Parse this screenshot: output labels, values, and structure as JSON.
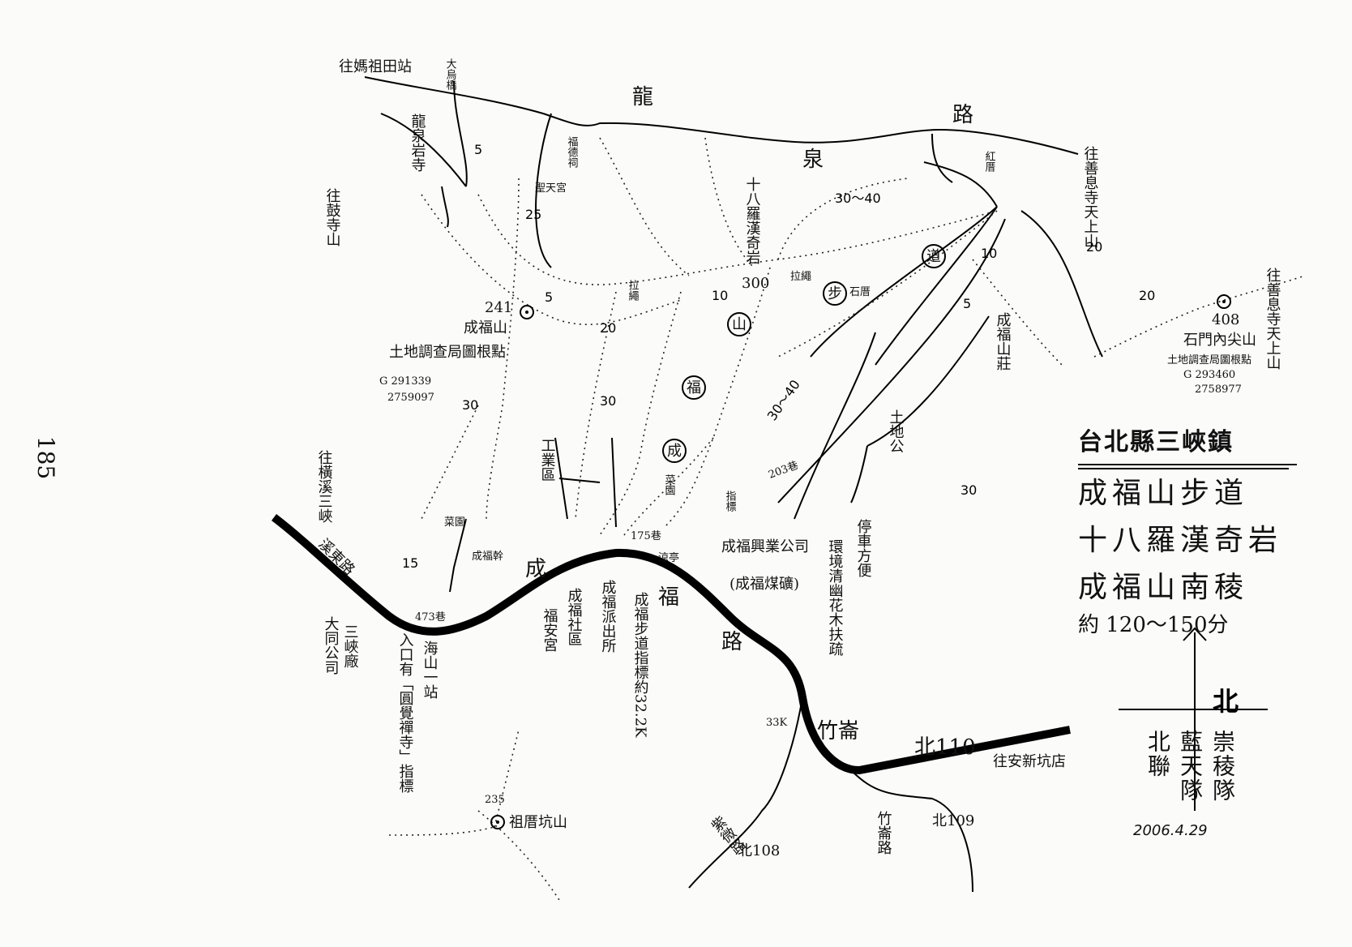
{
  "title": {
    "county": "台北縣三峽鎮",
    "line1": "成福山步道",
    "line2": "十八羅漢奇岩",
    "line3": "成福山南稜",
    "duration": "約 120～150分"
  },
  "north_label": "北",
  "credits": [
    "崇稜隊",
    "藍天隊",
    "北聯"
  ],
  "date": "2006.4.29",
  "page_number": "185",
  "roads": {
    "longquan": [
      "龍",
      "泉",
      "路"
    ],
    "chengfu": [
      "成",
      "福",
      "路"
    ],
    "xidong": "溪東路",
    "zhulun": "竹崙",
    "bei110": "北110",
    "bei108": "北108",
    "bei109": "北109",
    "zhulun_lu": "竹崙路",
    "jie_lu": "紫微路"
  },
  "trail_name_circles": [
    "成",
    "福",
    "山",
    "步",
    "道"
  ],
  "peaks": {
    "chengfushan": {
      "name": "成福山",
      "elev": "241",
      "note": "土地調查局圖根點",
      "coord1": "G 291339",
      "coord2": "2759097"
    },
    "shimen": {
      "name": "石門內尖山",
      "elev": "408",
      "note": "土地調查局圖根點",
      "coord1": "G 293460",
      "coord2": "2758977"
    },
    "zumei": {
      "name": "祖厝坑山",
      "elev": "235"
    }
  },
  "places": {
    "to_mazutian": "往媽祖田站",
    "dawu_bridge": "大烏橋",
    "longquan_temple": "龍泉岩寺",
    "to_gu_temple": "往鼓寺山",
    "fude_ci": "福德祠",
    "shengtian_gong": "聖天宮",
    "luohan_rock": "十八羅漢奇岩",
    "luohan_elev": "300",
    "hongwu": "紅厝",
    "to_shanxi_temple_top": "往善息寺天上山",
    "to_shanxi_temple_right": "往善息寺天上山",
    "shicuo": "石厝",
    "chengfu_shanzhuang": "成福山莊",
    "tudigong": "土地公",
    "lane203": "203巷",
    "chengfu_company": "成福興業公司",
    "chengfu_coal": "(成福煤礦)",
    "tingche": "停車方便",
    "huanjing": "環境清幽花木扶疏",
    "gongye_qu": "工業區",
    "chengfu_shequ": "成福社區",
    "chengfu_paichusuo": "成福派出所",
    "fuan_gong": "福安宮",
    "trail_sign": "成福步道指標約32.2K",
    "to_hengxi": "往橫溪三峽",
    "datong": "大同公司",
    "sanxia_factory": "三峽廠",
    "yuan_sign": "入口有「圓覺禪寺」指標",
    "hai_stop": "海山一站",
    "lane473": "473巷",
    "chengfu_gan": "成福幹",
    "to_anxin": "往安新坑店",
    "lane_label_a": "菜園",
    "lane_label_b": "菜園",
    "lane175": "175巷",
    "pull_rope_a": "拉繩",
    "pull_rope_b": "拉繩",
    "lane_1_10_2": "10",
    "km33": "33K",
    "guidepost": "指標",
    "rest": "涼亭"
  },
  "minutes": {
    "m5a": "5",
    "m25": "25",
    "m5b": "5",
    "m20a": "20",
    "m10a": "10",
    "m30_40a": "30～40",
    "m10b": "10",
    "m20b": "20",
    "m20c": "20",
    "m30a": "30",
    "m30b": "30",
    "m30_40b": "30～40",
    "m15": "15",
    "m30c": "30",
    "m5c": "5"
  }
}
